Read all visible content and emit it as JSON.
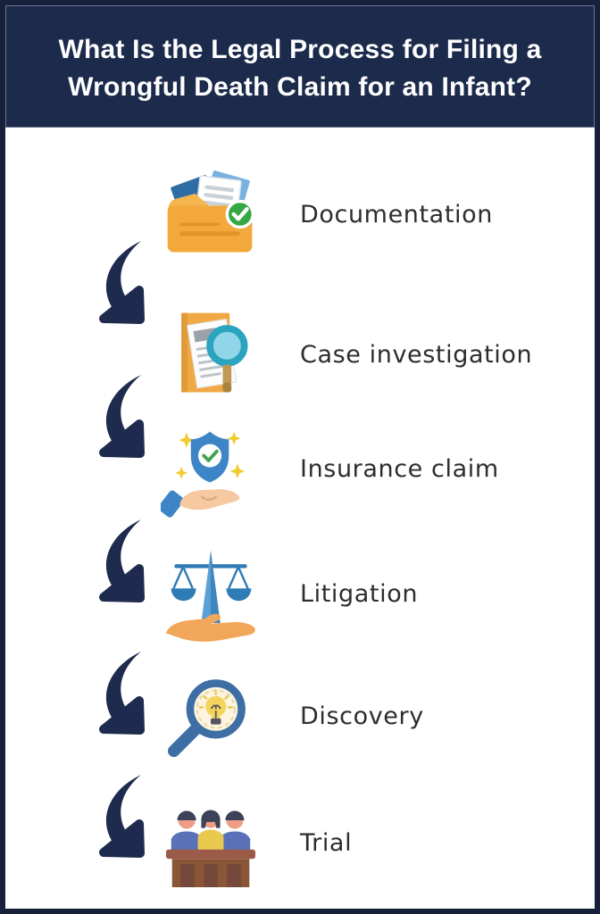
{
  "header": {
    "title_line1": "What Is the Legal Process for Filing a",
    "title_line2": "Wrongful Death Claim for an Infant?"
  },
  "steps": [
    {
      "label": "Documentation",
      "icon": "documents-folder-check-icon"
    },
    {
      "label": "Case investigation",
      "icon": "folder-paper-magnifier-icon"
    },
    {
      "label": "Insurance claim",
      "icon": "hand-shield-check-icon"
    },
    {
      "label": "Litigation",
      "icon": "hand-scales-of-justice-icon"
    },
    {
      "label": "Discovery",
      "icon": "magnifier-lightbulb-icon"
    },
    {
      "label": "Trial",
      "icon": "jury-bench-icon"
    }
  ],
  "colors": {
    "frame_border": "#17213C",
    "header_bg": "#1C2A4B",
    "title_text": "#FFFFFF",
    "label_text": "#2D2D2D",
    "arrow_navy": "#1F2B4E",
    "folder_orange": "#F3A83B",
    "doc_blue_dark": "#2E6DA4",
    "doc_blue_light": "#78B1E0",
    "check_green": "#35A843",
    "magnifier_teal": "#2BA4BF",
    "shield_blue": "#3D85C6",
    "sparkle_yellow": "#F2CB2F",
    "scale_blue": "#2E7BB5",
    "hand_skin": "#F6C9A0",
    "hand_tan": "#F2A65A",
    "discovery_blue": "#3D6FA5",
    "bulb_yellow": "#F3D55B",
    "bench_brown": "#8A5638",
    "shirt_blue": "#5A71B8",
    "shirt_yellow": "#EAC94F"
  }
}
